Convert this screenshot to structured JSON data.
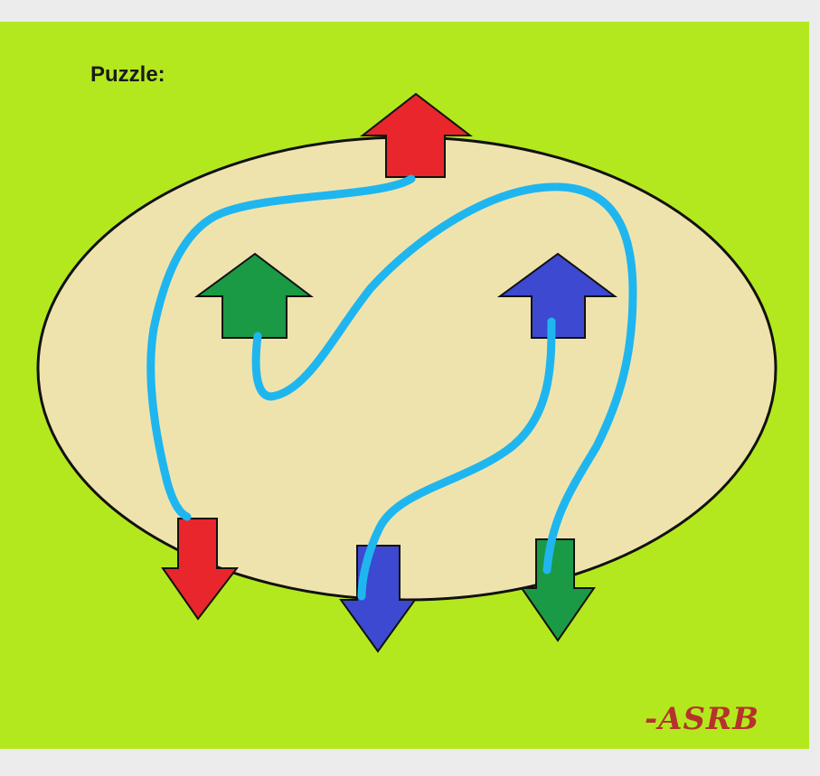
{
  "title": "Puzzle:",
  "signature": "-ASRB",
  "colors": {
    "background": "#b4e81e",
    "ellipse_fill": "#efe3ad",
    "ellipse_stroke": "#111111",
    "red": "#e8262c",
    "green": "#1a9a45",
    "blue": "#3c49d0",
    "path": "#1fb6ef",
    "signature": "#b5332a"
  },
  "arrows": [
    {
      "id": "red-top",
      "color": "red",
      "direction": "up"
    },
    {
      "id": "green-top",
      "color": "green",
      "direction": "up"
    },
    {
      "id": "blue-top",
      "color": "blue",
      "direction": "up"
    },
    {
      "id": "red-bottom",
      "color": "red",
      "direction": "down"
    },
    {
      "id": "blue-bottom",
      "color": "blue",
      "direction": "down"
    },
    {
      "id": "green-bottom",
      "color": "green",
      "direction": "down"
    }
  ],
  "connections": [
    {
      "from": "red-top",
      "to": "red-bottom"
    },
    {
      "from": "green-top",
      "to": "green-bottom"
    },
    {
      "from": "blue-top",
      "to": "blue-bottom"
    }
  ]
}
